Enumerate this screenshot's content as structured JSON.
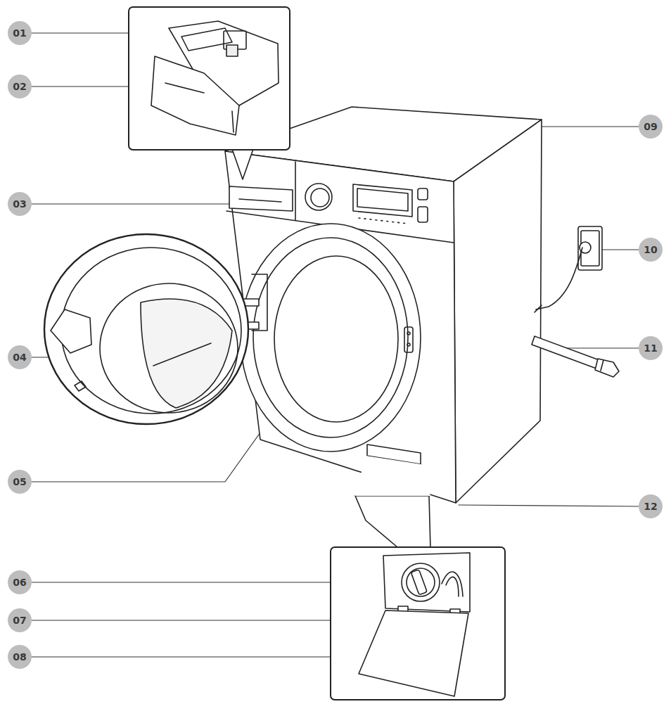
{
  "diagram": {
    "labels": [
      "01",
      "02",
      "03",
      "04",
      "05",
      "06",
      "07",
      "08",
      "09",
      "10",
      "11",
      "12"
    ]
  }
}
